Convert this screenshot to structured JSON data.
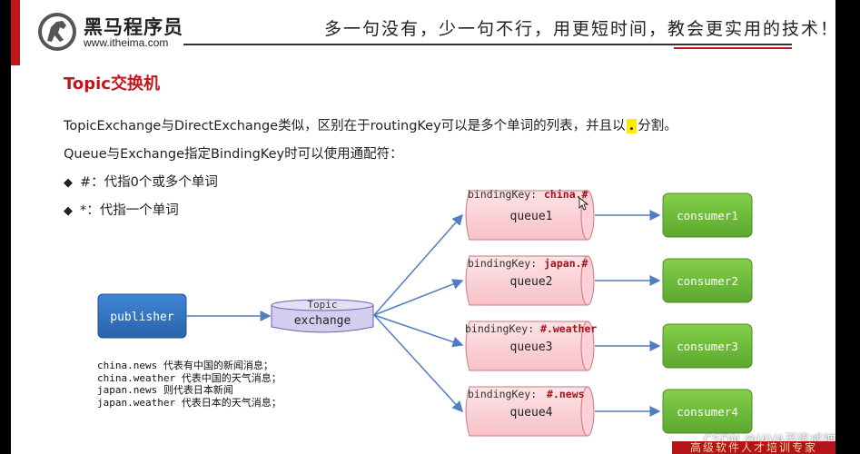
{
  "header": {
    "brand_name": "黑马程序员",
    "brand_url": "www.itheima.com",
    "slogan": "多一句没有，少一句不行，用更短时间，教会更实用的技术！",
    "colors": {
      "brand_red": "#c0161c"
    }
  },
  "title": "Topic交换机",
  "body": {
    "line1_before": "TopicExchange与DirectExchange类似，区别在于routingKey可以是多个单词的列表，并且以",
    "line1_highlight": ".",
    "line1_after": "分割。",
    "line2": "Queue与Exchange指定BindingKey时可以使用通配符：",
    "bullets": [
      {
        "symbol": "#",
        "text": "#：代指0个或多个单词"
      },
      {
        "symbol": "*",
        "text": "*：代指一个单词"
      }
    ]
  },
  "diagram": {
    "publisher": "publisher",
    "exchange": {
      "tag": "Topic",
      "label": "exchange"
    },
    "binding_key_label": "bindingKey:",
    "queues": [
      {
        "label": "queue1",
        "binding_key": "china.#",
        "consumer": "consumer1"
      },
      {
        "label": "queue2",
        "binding_key": "japan.#",
        "consumer": "consumer2"
      },
      {
        "label": "queue3",
        "binding_key": "#.weather",
        "consumer": "consumer3"
      },
      {
        "label": "queue4",
        "binding_key": "#.news",
        "consumer": "consumer4"
      }
    ],
    "colors": {
      "publisher": "#2f73c2",
      "exchange": "#d3cdf0",
      "queue": "#fcd6da",
      "consumer": "#6fbf3a",
      "arrow": "#4f7fc0"
    }
  },
  "legend": [
    "china.news 代表有中国的新闻消息；",
    "china.weather 代表中国的天气消息；",
    "japan.news 则代表日本新闻",
    "japan.weather 代表日本的天气消息；"
  ],
  "watermark": "CSDN @JAVA百练成神",
  "footer": "高级软件人才培训专家"
}
